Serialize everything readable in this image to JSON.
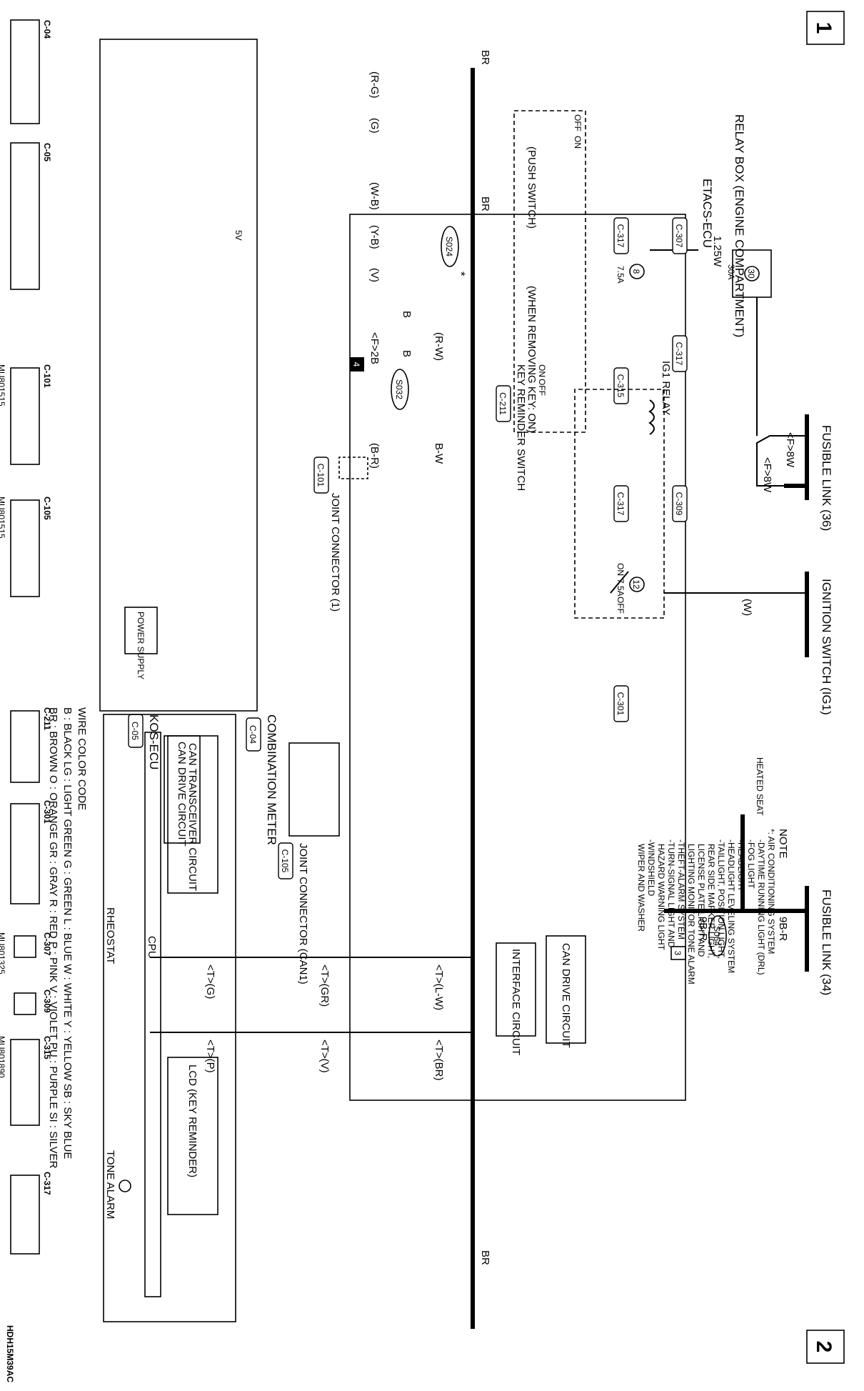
{
  "page": {
    "page_left": "1",
    "page_right": "2",
    "figure_code": "HDH15M39AC"
  },
  "components": {
    "fusible_link_36": "FUSIBLE LINK (36)",
    "fusible_link_34": "FUSIBLE LINK (34)",
    "ignition_switch": "IGNITION SWITCH (IG1)",
    "relay_box": "RELAY BOX (ENGINE COMPARTMENT)",
    "etacs_ecu": "ETACS-ECU",
    "ig1_relay": "IG1 RELAY",
    "can_drive_circuit": "CAN DRIVE CIRCUIT",
    "interface_circuit": "INTERFACE CIRCUIT",
    "heated_seat": "HEATED SEAT",
    "push_switch": "(PUSH SWITCH)",
    "key_reminder_switch": "KEY REMINDER SWITCH",
    "when_removing": "(WHEN REMOVING KEY: ON)",
    "joint_connector_1": "JOINT CONNECTOR (1)",
    "joint_connector_can1": "JOINT CONNECTOR (CAN1)",
    "combination_meter": "COMBINATION METER",
    "kos_ecu": "KOS-ECU",
    "power_supply": "POWER SUPPLY",
    "can_transceiver": "CAN TRANSCEIVER CIRCUIT",
    "cpu": "CPU",
    "lcd": "LCD (KEY REMINDER)",
    "rheostat": "RHEOSTAT",
    "tone_alarm": "TONE ALARM"
  },
  "connectors": [
    "C-04",
    "C-05",
    "C-101",
    "C-105",
    "C-211",
    "C-301",
    "C-307",
    "C-309",
    "C-315",
    "C-317"
  ],
  "connector_parts": {
    "C-101": "MU801515",
    "C-105": "MU801515",
    "C-307": "MU801325",
    "C-315": "MU801890"
  },
  "splices": [
    "S024",
    "S032",
    "S064"
  ],
  "grounds": [
    "4",
    "3"
  ],
  "fuses": [
    {
      "num": "30",
      "rating": "30A"
    },
    {
      "num": "8",
      "rating": "7.5A"
    },
    {
      "num": "12",
      "rating": "7.5A"
    }
  ],
  "wire_labels": {
    "f8w": "<F>8W",
    "f2b": "<F>2B",
    "w125": "1.25W",
    "br": "BR",
    "rg": "(R-G)",
    "g": "(G)",
    "wb": "(W-B)",
    "yb": "(Y-B)",
    "v": "(V)",
    "w": "(W)",
    "rw": "(R-W)",
    "b": "B",
    "br_paren": "(B-R)",
    "bw": "B-W",
    "b9r": "9B-R",
    "tlw": "<T>(L-W)",
    "tbr": "<T>(BR)",
    "tgr": "<T>(GR)",
    "tv": "<T>(V)",
    "tg": "<T>(G)",
    "tp": "<T>(P)",
    "on": "ON",
    "off": "OFF",
    "fivev": "5V",
    "star": "*"
  },
  "note": {
    "title": "NOTE",
    "lines": [
      "*: AIR CONDITIONING SYSTEM",
      "-DAYTIME RUNNING LIGHT (DRL)",
      "-FOG LIGHT",
      "-HEADLIGHT",
      "-HEADLIGHT LEVELING SYSTEM",
      "-TAILLIGHT, POSITION LIGHT,",
      "REAR SIDE MARKER LIGHT,",
      "LICENSE PLATE LIGHT AND",
      "LIGHTING MONITOR TONE ALARM",
      "-THEFT-ALARM SYSTEM",
      "-TURN-SIGNAL LIGHT AND",
      "HAZARD WARNING LIGHT",
      "-WINDSHIELD",
      "WIPER AND WASHER"
    ]
  },
  "wire_color_code": {
    "title": "WIRE COLOR CODE",
    "row1": "B : BLACK   LG : LIGHT GREEN   G : GREEN   L : BLUE   W : WHITE   Y : YELLOW   SB : SKY BLUE",
    "row2": "BR : BROWN   O : ORANGE   GR : GRAY   R : RED   P : PINK   V : VIOLET   PU : PURPLE   SI : SILVER"
  }
}
